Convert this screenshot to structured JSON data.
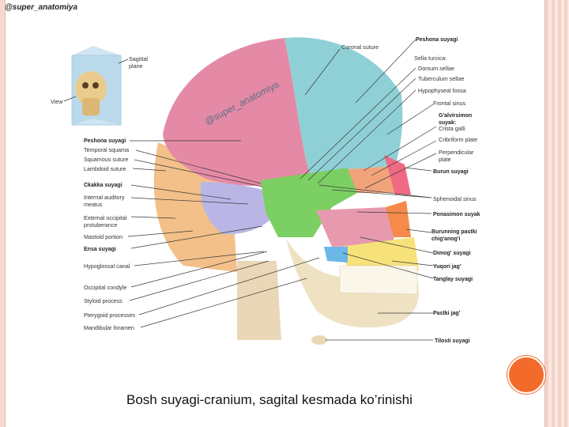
{
  "watermark": "@super_anatomiya",
  "inset": {
    "sagittal": "Sagittal\nplane",
    "view": "View"
  },
  "overlay_text": "@super_anatomiya",
  "labels_left": [
    "Peshona suyagi",
    "Temporal squama",
    "Squamous suture",
    "Lambdoid suture",
    "Ckakka suyagi",
    "Internal auditory\nmeatus",
    "External occipital\nprotuberance",
    "Mastoid portion",
    "Ensa suyagi",
    "Hypoglossal canal",
    "Occipital condyle",
    "Styloid process",
    "Pterygoid processes",
    "Mandibular foramen"
  ],
  "labels_right": [
    "Coronal suture",
    "Peshona suyagi",
    "Sella turcica:",
    "Dorsum sellae",
    "Tuberculum sellae",
    "Hypophyseal fossa",
    "Frontal sinus",
    "G'alvirsimon\nsuyak:",
    "Crista galli",
    "Cribriform plate",
    "Perpendicular\nplate",
    "Burun suyagi",
    "Sphenoidal sinus",
    "Ponasimon suyak",
    "Burunning pastki\nchig'anog'i",
    "Dimog' suyagi",
    "Yuqori jag'",
    "Tanglay suyagi",
    "Pastki jag'",
    "Tilosti suyagi"
  ],
  "caption": "Bosh suyagi-cranium, sagital kesmada ko’rinishi",
  "colors": {
    "parietal": "#e58aa6",
    "frontal": "#8fd0d6",
    "occipital": "#f3c08a",
    "temporal": "#b9b6e6",
    "sphenoid": "#7ccf62",
    "maxilla": "#f7e27a",
    "mandible": "#efe2c2",
    "nasal": "#f06a84",
    "ethmoid": "#f1a37a",
    "accent": "#f26b2a"
  }
}
